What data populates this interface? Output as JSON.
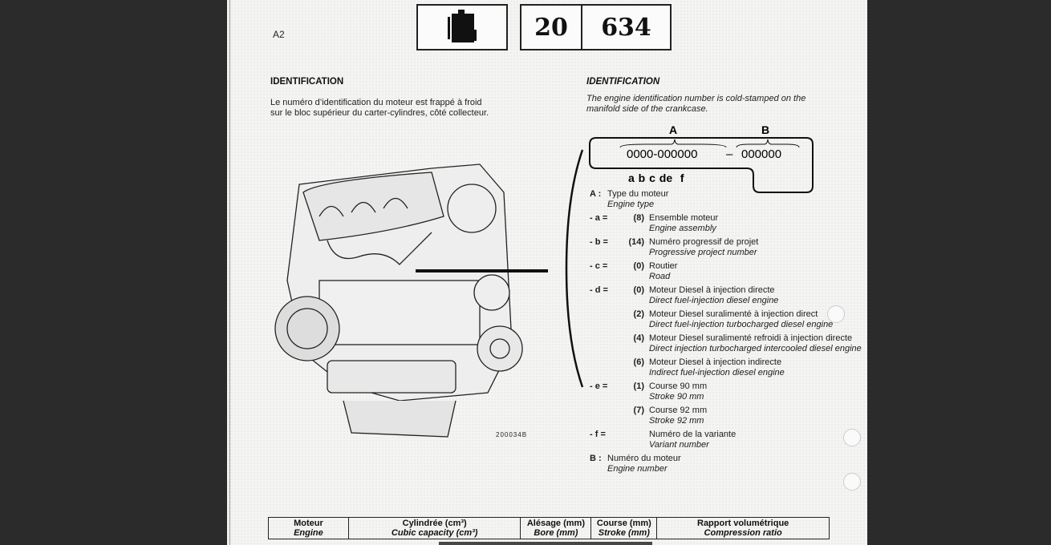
{
  "page_code": "A2",
  "header": {
    "section": "20",
    "page": "634",
    "icon": "engine-silhouette-icon"
  },
  "fr": {
    "title": "IDENTIFICATION",
    "text_1": "Le numéro d’identification du moteur est frappé à froid",
    "text_2": "sur le bloc supérieur du carter-cylindres, côté collecteur."
  },
  "en": {
    "title": "IDENTIFICATION",
    "text_1": "The engine identification number is cold-stamped on the",
    "text_2": "manifold side of the crankcase."
  },
  "diagram": {
    "label_a": "A",
    "label_b": "B",
    "code_a": "0000-000000",
    "dash": "–",
    "code_b": "000000",
    "letters": "a b c de  f",
    "figure_ref": "200034B"
  },
  "legend": [
    {
      "key": "A :",
      "code": "",
      "fr": "Type du moteur",
      "en": "Engine type"
    },
    {
      "key": "- a =",
      "code": "(8)",
      "fr": "Ensemble moteur",
      "en": "Engine assembly"
    },
    {
      "key": "- b =",
      "code": "(14)",
      "fr": "Numéro progressif de projet",
      "en": "Progressive project number"
    },
    {
      "key": "- c =",
      "code": "(0)",
      "fr": "Routier",
      "en": "Road"
    },
    {
      "key": "- d =",
      "code": "(0)",
      "fr": "Moteur Diesel à injection directe",
      "en": "Direct fuel-injection diesel engine"
    },
    {
      "key": "",
      "code": "(2)",
      "fr": "Moteur Diesel suralimenté à injection direct",
      "en": "Direct fuel-injection turbocharged diesel engine"
    },
    {
      "key": "",
      "code": "(4)",
      "fr": "Moteur Diesel suralimenté refroidi à injection directe",
      "en": "Direct injection turbocharged intercooled diesel engine"
    },
    {
      "key": "",
      "code": "(6)",
      "fr": "Moteur Diesel à injection indirecte",
      "en": "Indirect fuel-injection diesel engine"
    },
    {
      "key": "- e =",
      "code": "(1)",
      "fr": "Course 90 mm",
      "en": "Stroke 90 mm"
    },
    {
      "key": "",
      "code": "(7)",
      "fr": "Course 92 mm",
      "en": "Stroke 92 mm"
    },
    {
      "key": "- f =",
      "code": "",
      "fr": "Numéro de la variante",
      "en": "Variant number"
    },
    {
      "key": "B :",
      "code": "",
      "fr": "Numéro du moteur",
      "en": "Engine number"
    }
  ],
  "table": {
    "headers": [
      {
        "fr": "Moteur",
        "en": "Engine"
      },
      {
        "fr": "Cylindrée (cm³)",
        "en": "Cubic capacity (cm³)"
      },
      {
        "fr": "Alésage (mm)",
        "en": "Bore (mm)"
      },
      {
        "fr": "Course (mm)",
        "en": "Stroke (mm)"
      },
      {
        "fr": "Rapport volumétrique",
        "en": "Compression ratio"
      }
    ]
  }
}
